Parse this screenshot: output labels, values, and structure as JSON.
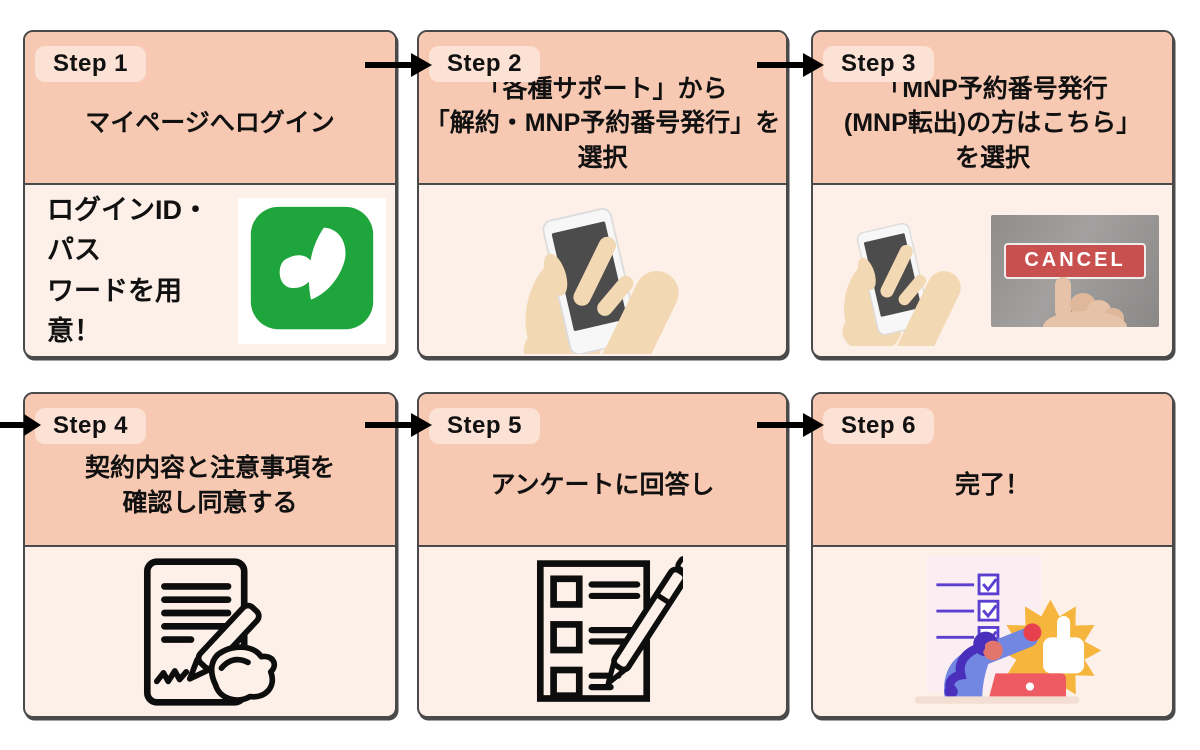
{
  "colors": {
    "card_header_bg": "#f8c9b2",
    "card_body_bg": "#fdf0e8",
    "badge_bg": "#fce1d5",
    "card_border": "#4a4a4a",
    "arrow_black": "#000000",
    "text": "#111111",
    "app_icon_green": "#1ea63c",
    "cancel_button_red": "#c8504f",
    "photo_gray": "#979390",
    "skin_tone": "#f3d8b4",
    "phone_screen_gray": "#4c4c4c",
    "star_yellow": "#f6b53d",
    "person_blue": "#7287e2",
    "hair_purple": "#4a2fbd",
    "fist_red": "#e8414e",
    "laptop_red": "#ee5b62",
    "checklist_purple": "#5b3fd0"
  },
  "steps": [
    {
      "badge": "Step 1",
      "title": "マイページへログイン",
      "note": "ログインID・パス\nワードを用意！",
      "illustration": "app-logo-icon"
    },
    {
      "badge": "Step 2",
      "title": "「各種サポート」から\n「解約・MNP予約番号発行」を\n選択",
      "illustration": "phone-tap-illustration"
    },
    {
      "badge": "Step 3",
      "title": "「MNP予約番号発行\n(MNP転出)の方はこちら」\nを選択",
      "illustration": "phone-tap-and-cancel-photo",
      "cancel_label": "CANCEL"
    },
    {
      "badge": "Step 4",
      "title": "契約内容と注意事項を\n確認し同意する",
      "illustration": "signing-document-icon"
    },
    {
      "badge": "Step 5",
      "title": "アンケートに回答し",
      "illustration": "checklist-pen-icon"
    },
    {
      "badge": "Step 6",
      "title": "完了！",
      "illustration": "celebration-illustration"
    }
  ]
}
